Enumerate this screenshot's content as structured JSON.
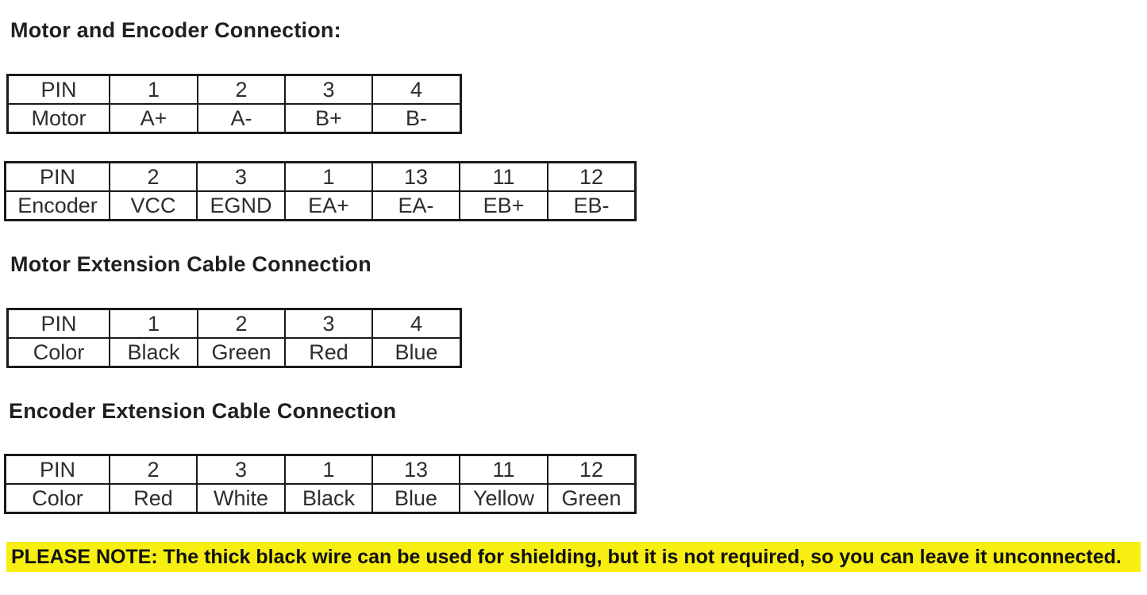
{
  "headings": {
    "motor_encoder": "Motor and Encoder Connection:",
    "motor_extension": "Motor Extension Cable Connection",
    "encoder_extension": "Encoder Extension Cable Connection"
  },
  "tables": {
    "motor": {
      "rows": [
        [
          "PIN",
          "1",
          "2",
          "3",
          "4"
        ],
        [
          "Motor",
          "A+",
          "A-",
          "B+",
          "B-"
        ]
      ]
    },
    "encoder": {
      "rows": [
        [
          "PIN",
          "2",
          "3",
          "1",
          "13",
          "11",
          "12"
        ],
        [
          "Encoder",
          "VCC",
          "EGND",
          "EA+",
          "EA-",
          "EB+",
          "EB-"
        ]
      ]
    },
    "motor_extension_cable": {
      "rows": [
        [
          "PIN",
          "1",
          "2",
          "3",
          "4"
        ],
        [
          "Color",
          "Black",
          "Green",
          "Red",
          "Blue"
        ]
      ]
    },
    "encoder_extension_cable": {
      "rows": [
        [
          "PIN",
          "2",
          "3",
          "1",
          "13",
          "11",
          "12"
        ],
        [
          "Color",
          "Red",
          "White",
          "Black",
          "Blue",
          "Yellow",
          "Green"
        ]
      ]
    }
  },
  "note": {
    "text": "PLEASE NOTE: The thick black wire can be used for shielding, but it is not required, so you can leave it unconnected.",
    "highlight_color": "#f7ee12"
  },
  "colors": {
    "border": "#1a1a1a",
    "heading_text": "#1f1f1f",
    "table_text": "#2d2d2d",
    "note_text": "#111111",
    "background": "#ffffff"
  }
}
